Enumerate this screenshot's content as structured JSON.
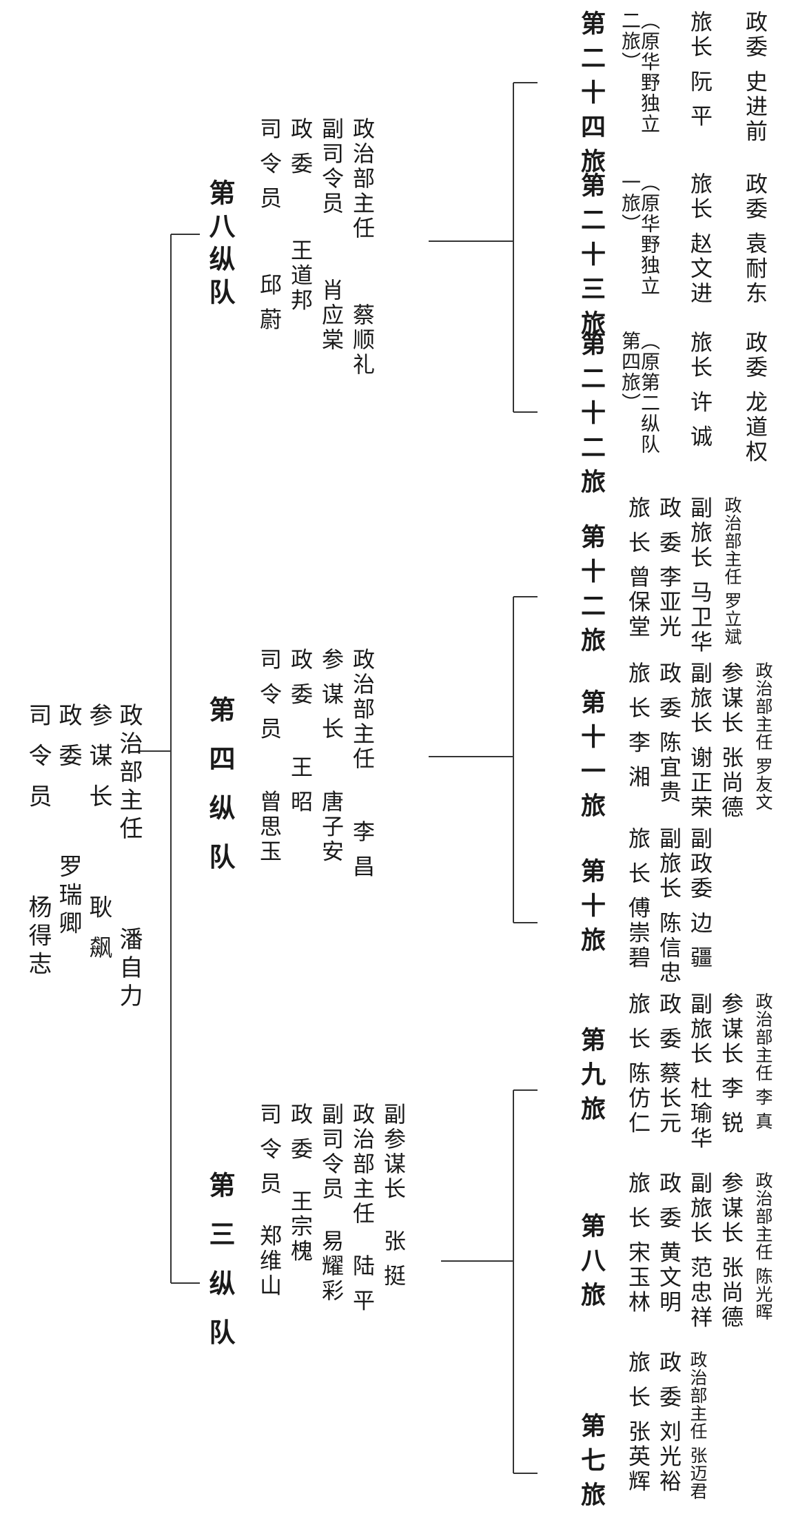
{
  "hq": {
    "rows": [
      {
        "role": "司 令 员",
        "name": "杨得志"
      },
      {
        "role": "政    委",
        "name": "罗瑞卿"
      },
      {
        "role": "参 谋 长",
        "name": "耿  飙"
      },
      {
        "role": "政治部主任",
        "name": "潘自力"
      }
    ]
  },
  "columns": {
    "c3": {
      "title": "第 三 纵 队",
      "rows": [
        {
          "role": "司 令 员",
          "name": "郑维山"
        },
        {
          "role": "政    委",
          "name": "王宗槐"
        },
        {
          "role": "副司令员",
          "name": "易耀彩"
        },
        {
          "role": "政治部主任",
          "name": "陆  平"
        },
        {
          "role": "副参谋长",
          "name": "张  挺"
        }
      ]
    },
    "c4": {
      "title": "第 四 纵 队",
      "rows": [
        {
          "role": "司 令 员",
          "name": "曾思玉"
        },
        {
          "role": "政    委",
          "name": "王  昭"
        },
        {
          "role": "参 谋 长",
          "name": "唐子安"
        },
        {
          "role": "政治部主任",
          "name": "李  昌"
        }
      ]
    },
    "c8": {
      "title": "第八纵队",
      "rows": [
        {
          "role": "司 令 员",
          "name": "邱  蔚"
        },
        {
          "role": "政    委",
          "name": "王道邦"
        },
        {
          "role": "副司令员",
          "name": "肖应棠"
        },
        {
          "role": "政治部主任",
          "name": "蔡顺礼"
        }
      ]
    }
  },
  "brigades": {
    "b7": {
      "title": "第七旅",
      "rows": [
        "旅  长 张英辉",
        "政  委 刘光裕",
        "政治部主任 张迈君"
      ]
    },
    "b8": {
      "title": "第八旅",
      "rows": [
        "旅  长 宋玉林",
        "政  委 黄文明",
        "副旅长 范忠祥",
        "参谋长 张尚德",
        "政治部主任 陈光晖"
      ]
    },
    "b9": {
      "title": "第九旅",
      "rows": [
        "旅  长 陈仿仁",
        "政  委 蔡长元",
        "副旅长 杜瑜华",
        "参谋长 李  锐",
        "政治部主任 李  真"
      ]
    },
    "b10": {
      "title": "第十旅",
      "rows": [
        "旅  长 傅崇碧",
        "副旅长 陈信忠",
        "副政委 边  疆"
      ]
    },
    "b11": {
      "title": "第十一旅",
      "rows": [
        "旅  长 李  湘",
        "政  委 陈宜贵",
        "副旅长 谢正荣",
        "参谋长 张尚德",
        "政治部主任 罗友文"
      ]
    },
    "b12": {
      "title": "第十二旅",
      "rows": [
        "旅  长 曾保堂",
        "政  委 李亚光",
        "副旅长 马卫华",
        "政治部主任 罗立斌"
      ]
    },
    "b22": {
      "title": "第二十二旅",
      "note": "（原第二纵队第四旅）",
      "rows": [
        "旅长 许  诚",
        "政委 龙道权"
      ]
    },
    "b23": {
      "title": "第二十三旅",
      "note": "（原华野独立一旅）",
      "rows": [
        "旅长 赵文进",
        "政委 袁耐东"
      ]
    },
    "b24": {
      "title": "第二十四旅",
      "note": "（原华野独立二旅）",
      "rows": [
        "旅长 阮  平",
        "政委 史进前"
      ]
    }
  }
}
